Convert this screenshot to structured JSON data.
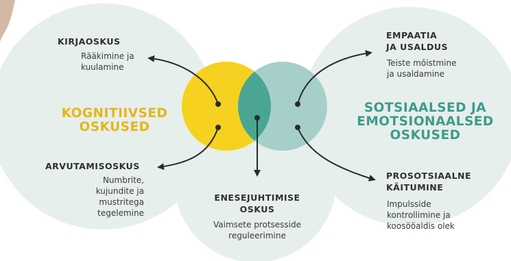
{
  "colors": {
    "yellow": "#f6d11f",
    "teal_light": "#a7cfc9",
    "teal_overlap": "#4aa592",
    "bg_circle": "#e7efec",
    "cognitive_label": "#e6b41c",
    "social_label": "#3e9b8c",
    "arrow": "#2a2a2a"
  },
  "nodes": {
    "literacy": {
      "title": "KIRJAOSKUS",
      "desc": "Rääkimine ja\nkuulamine"
    },
    "numeracy": {
      "title": "ARVUTAMISOSKUS",
      "desc": "Numbrite,\nkujundite ja\nmustritega\ntegelemine"
    },
    "empathy": {
      "title": "EMPAATIA\nJA USALDUS",
      "desc": "Teiste mõistmine\nja usaldamine"
    },
    "prosocial": {
      "title": "PROSOTSIAALNE\nKÄITUMINE",
      "desc": "Impulsside\nkontrollimine ja\nkoosööaldis olek"
    },
    "selfcontrol": {
      "title": "ENESEJUHTIMISE\nOSKUS",
      "desc": "Vaimsete protsesside\nreguleerimine"
    }
  },
  "groups": {
    "cognitive": "KOGNITIIVSED\nOSKUSED",
    "social": "SOTSIAALSED JA\nEMOTSIONAALSED\nOSKUSED"
  }
}
